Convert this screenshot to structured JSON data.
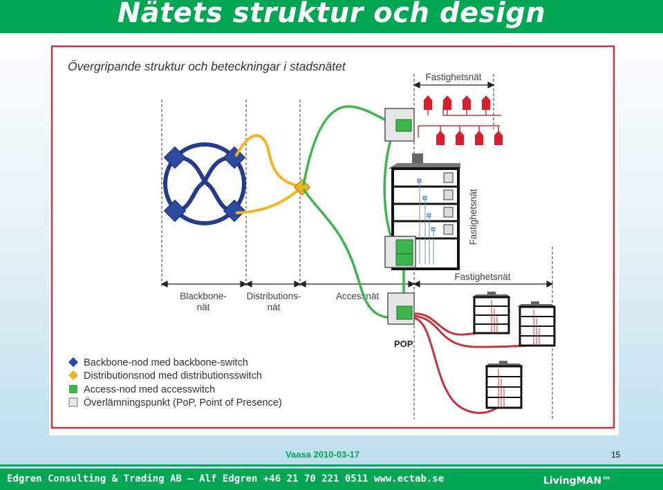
{
  "slide": {
    "title": "Nätets struktur och design",
    "date": "Vaasa 2010-03-17",
    "page_number": "15",
    "footer_company": "Edgren Consulting & Trading AB – Alf Edgren +46 21 70 221 0511 www.ectab.se",
    "brand": "LivingMAN™"
  },
  "diagram": {
    "heading": "Övergripande struktur och beteckningar i stadsnätet",
    "zones": {
      "backbone_line1": "Blackbone-",
      "backbone_line2": "nät",
      "distribution_line1": "Distributions-",
      "distribution_line2": "nät",
      "access": "Accessnät",
      "property_top": "Fastighetsnät",
      "property_vertical": "Fastighetsnät",
      "property_bottom": "Fastighetsnät"
    },
    "pop_label": "POP",
    "legend": [
      {
        "label": "Backbone-nod med backbone-switch",
        "color": "#2b4aa0",
        "symbol": "diamond"
      },
      {
        "label": "Distributionsnod med distributionsswitch",
        "color": "#f5b324",
        "symbol": "diamond"
      },
      {
        "label": "Access-nod med accesswitch",
        "color": "#3cb54a",
        "symbol": "square"
      },
      {
        "label": "Överlämningspunkt (PoP, Point of Presence)",
        "color": "#e0e0e0",
        "symbol": "square"
      }
    ],
    "colors": {
      "frame": "#c8323c",
      "backbone": "#253c8c",
      "distribution": "#f5b324",
      "access": "#3cb54a",
      "property": "#c8323c"
    }
  }
}
